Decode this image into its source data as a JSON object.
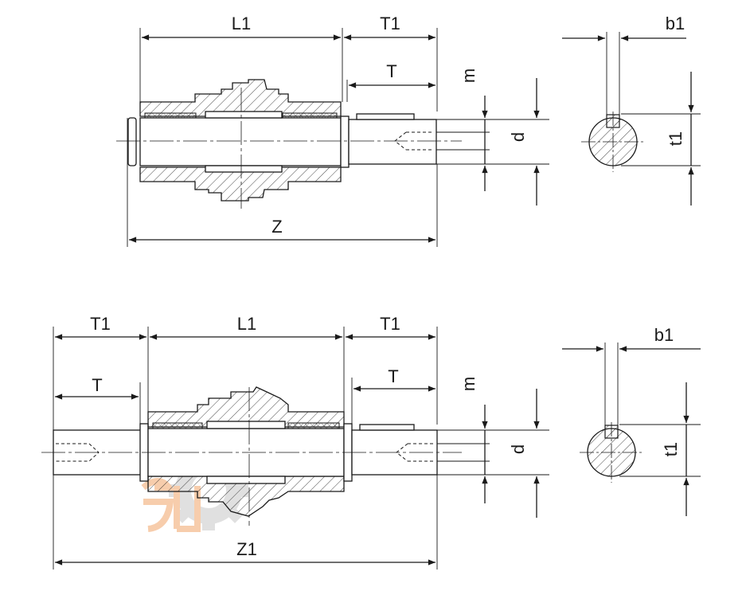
{
  "labels": {
    "top": {
      "L1": "L1",
      "T1": "T1",
      "T": "T",
      "m": "m",
      "d": "d",
      "Z": "Z",
      "b1": "b1",
      "t1": "t1"
    },
    "bottom": {
      "T1_left": "T1",
      "L1": "L1",
      "T1_right": "T1",
      "T_left": "T",
      "T_right": "T",
      "m": "m",
      "d": "d",
      "Z1": "Z1",
      "b1": "b1",
      "t1": "t1"
    }
  },
  "colors": {
    "line": "#1a1a1a",
    "watermark_gear": "#c8c8c8",
    "watermark_letters": "#f2a56a"
  },
  "icons": {
    "watermark": "gear-logo-icon"
  }
}
